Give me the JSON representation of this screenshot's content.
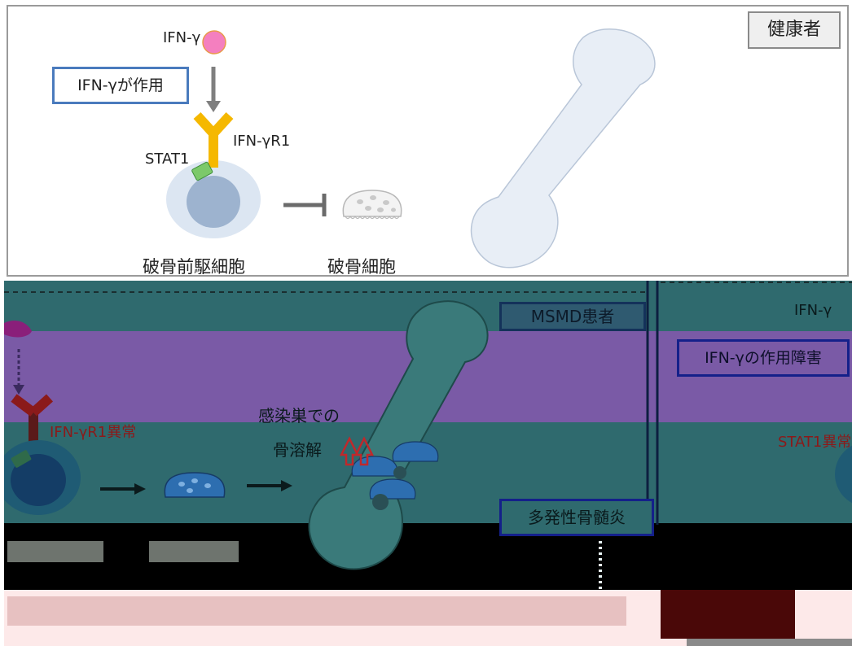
{
  "healthy": {
    "badge": "健康者",
    "ifn_label": "IFN-γ",
    "action_box": "IFN-γが作用",
    "receptor_label": "IFN-γR1",
    "stat_label": "STAT1",
    "precursor_label": "破骨前駆細胞",
    "osteoclast_label": "破骨細胞"
  },
  "msmd": {
    "badge": "MSMD患者",
    "impaired_box": "IFN-γの作用障害",
    "receptor_abnormal": "IFN-γR1異常",
    "stat_abnormal": "STAT1異常",
    "ifn_label_right": "IFN-γ",
    "infection_line1": "感染巣での",
    "infection_line2": "骨溶解",
    "osteomyelitis_box": "多発性骨髄炎"
  },
  "colors": {
    "ifn_ball": "#f47fbf",
    "receptor": "#f5b800",
    "stat": "#7cc96a",
    "cell_outer": "#dce6f2",
    "cell_inner": "#9db3cf",
    "bone": "#e8eef6",
    "box_border": "#4a7bbd",
    "dark_red": "#8b1a1a",
    "teal_band": "#2f6a6e",
    "purple_band": "#7a5aa6"
  }
}
